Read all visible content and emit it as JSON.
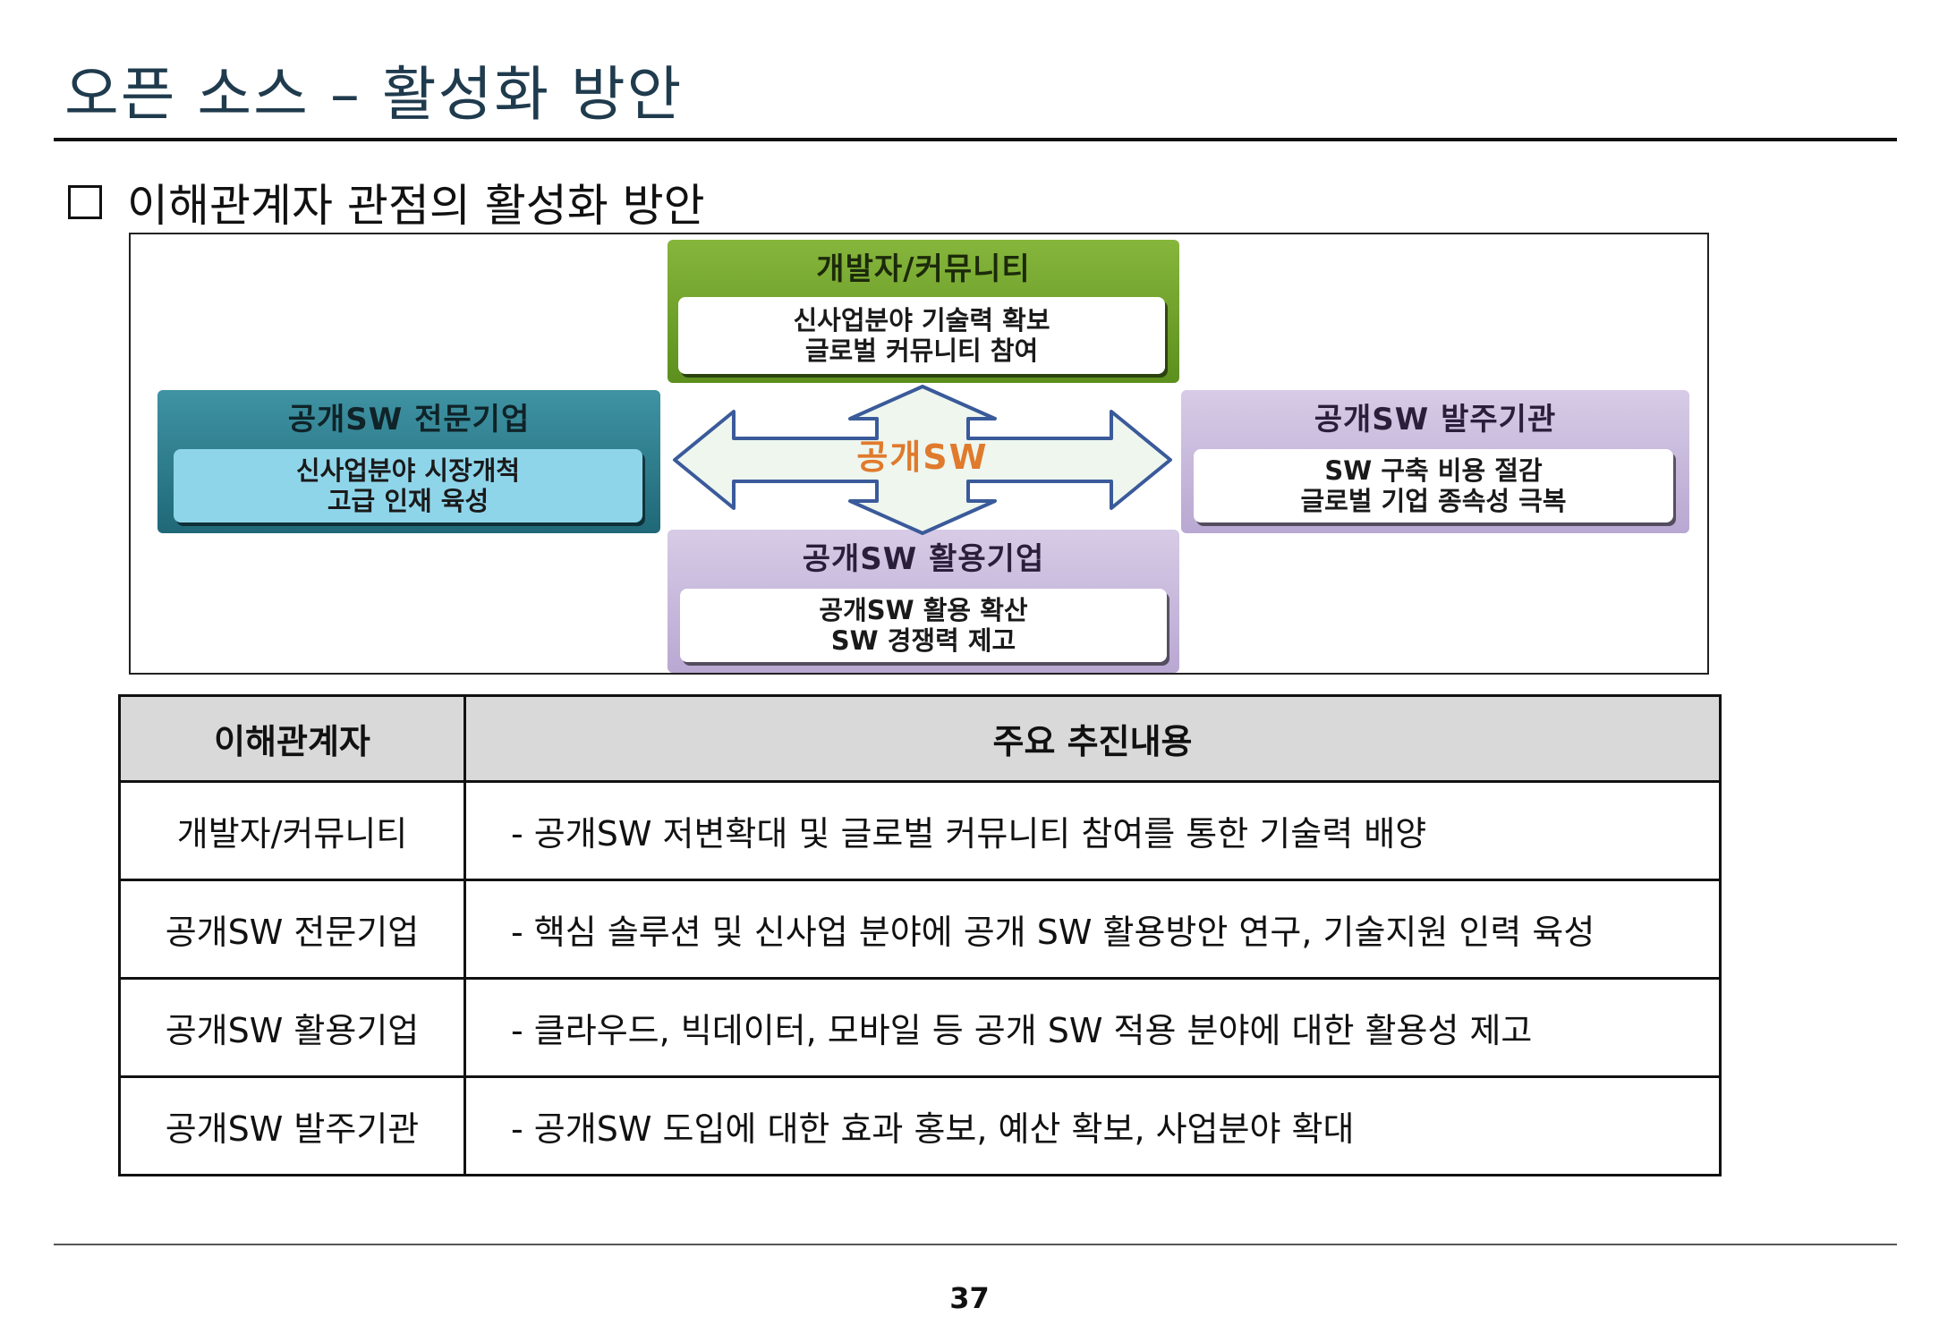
{
  "title": "오픈 소스 – 활성화 방안",
  "section": {
    "heading": "이해관계자 관점의 활성화 방안"
  },
  "diagram": {
    "center": "공개SW",
    "top": {
      "title": "개발자/커뮤니티",
      "lines": [
        "신사업분야 기술력 확보",
        "글로벌 커뮤니티 참여"
      ]
    },
    "left": {
      "title": "공개SW 전문기업",
      "lines": [
        "신사업분야 시장개척",
        "고급 인재 육성"
      ]
    },
    "right": {
      "title": "공개SW 발주기관",
      "lines": [
        "SW 구축 비용 절감",
        "글로벌 기업 종속성 극복"
      ]
    },
    "bottom": {
      "title": "공개SW 활용기업",
      "lines": [
        "공개SW 활용 확산",
        "SW 경쟁력 제고"
      ]
    },
    "colors": {
      "top": "#6fa22a",
      "left": "#2f7f8f",
      "left_inner": "#8fd5ea",
      "right": "#c8b9dc",
      "bottom": "#c8b9dc",
      "center_text": "#e07a2c",
      "arrow_fill": "#eef6ee",
      "arrow_stroke": "#3a5a9a"
    }
  },
  "table": {
    "headers": [
      "이해관계자",
      "주요 추진내용"
    ],
    "rows": [
      [
        "개발자/커뮤니티",
        "- 공개SW 저변확대 및 글로벌 커뮤니티 참여를 통한 기술력 배양"
      ],
      [
        "공개SW 전문기업",
        "- 핵심 솔루션 및 신사업 분야에 공개 SW 활용방안 연구, 기술지원 인력 육성"
      ],
      [
        "공개SW 활용기업",
        "- 클라우드, 빅데이터, 모바일 등 공개 SW 적용 분야에 대한 활용성 제고"
      ],
      [
        "공개SW 발주기관",
        "- 공개SW 도입에 대한 효과 홍보, 예산 확보, 사업분야 확대"
      ]
    ]
  },
  "page_number": "37"
}
